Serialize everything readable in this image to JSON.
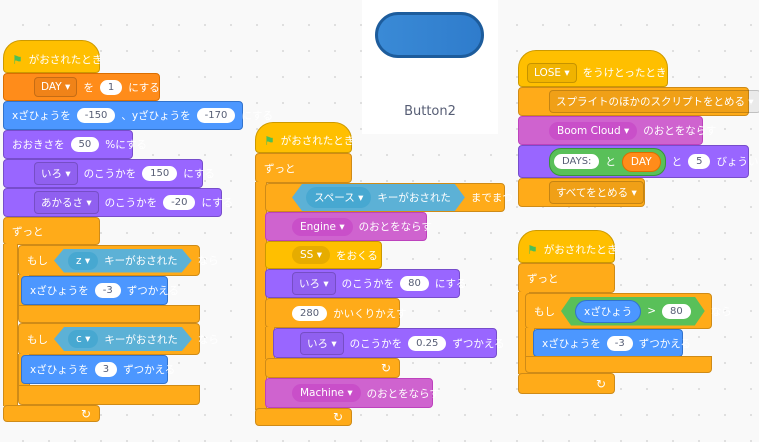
{
  "sprite_card": {
    "name": "Button2"
  },
  "common": {
    "when_flag": "がおされたとき",
    "forever": "ずっと",
    "if": "もし",
    "then": "なら",
    "arrow": "↻",
    "flag": "⚑",
    "caret": "▾"
  },
  "script1": {
    "set_var": {
      "var": "DAY",
      "to": "を",
      "value": "1",
      "suffix": "にする"
    },
    "goto": {
      "x_label": "xざひょうを",
      "x": "-150",
      "sep": "、yざひょうを",
      "y": "-170",
      "suffix": "にする"
    },
    "size": {
      "label": "おおきさを",
      "value": "50",
      "suffix": "%にする"
    },
    "effect1": {
      "effect": "いろ",
      "label": "のこうかを",
      "value": "150",
      "suffix": "にする"
    },
    "effect2": {
      "effect": "あかるさ",
      "label": "のこうかを",
      "value": "-20",
      "suffix": "にする"
    },
    "if1": {
      "key": "z",
      "cond": "キーがおされた",
      "inner_label": "xざひょうを",
      "inner_value": "-3",
      "inner_suffix": "ずつかえる"
    },
    "if2": {
      "key": "c",
      "cond": "キーがおされた",
      "inner_label": "xざひょうを",
      "inner_value": "3",
      "inner_suffix": "ずつかえる"
    }
  },
  "script2": {
    "wait": {
      "key": "スペース",
      "cond": "キーがおされた",
      "suffix": "までまつ"
    },
    "sound1": {
      "sound": "Engine",
      "suffix": "のおとをならす"
    },
    "broadcast": {
      "msg": "SS",
      "suffix": "をおくる"
    },
    "effect": {
      "effect": "いろ",
      "label": "のこうかを",
      "value": "80",
      "suffix": "にする"
    },
    "repeat": {
      "times": "280",
      "suffix": "かいくりかえす"
    },
    "change_effect": {
      "effect": "いろ",
      "label": "のこうかを",
      "value": "0.25",
      "suffix": "ずつかえる"
    },
    "sound2": {
      "sound": "Machine",
      "suffix": "のおとをならす"
    }
  },
  "script3": {
    "hat": {
      "msg": "LOSE",
      "suffix": "をうけとったとき"
    },
    "stop_other": "スプライトのほかのスクリプトをとめる",
    "sound": {
      "sound": "Boom Cloud",
      "suffix": "のおとをならす"
    },
    "say": {
      "text": "DAYS:",
      "join": "と",
      "var": "DAY",
      "and": "と",
      "secs": "5",
      "suffix": "びょういう"
    },
    "stop_all": "すべてをとめる"
  },
  "script4": {
    "if": {
      "reporter": "xざひょう",
      "op": ">",
      "value": "80",
      "inner_label": "xざひょうを",
      "inner_value": "-3",
      "inner_suffix": "ずつかえる"
    }
  }
}
